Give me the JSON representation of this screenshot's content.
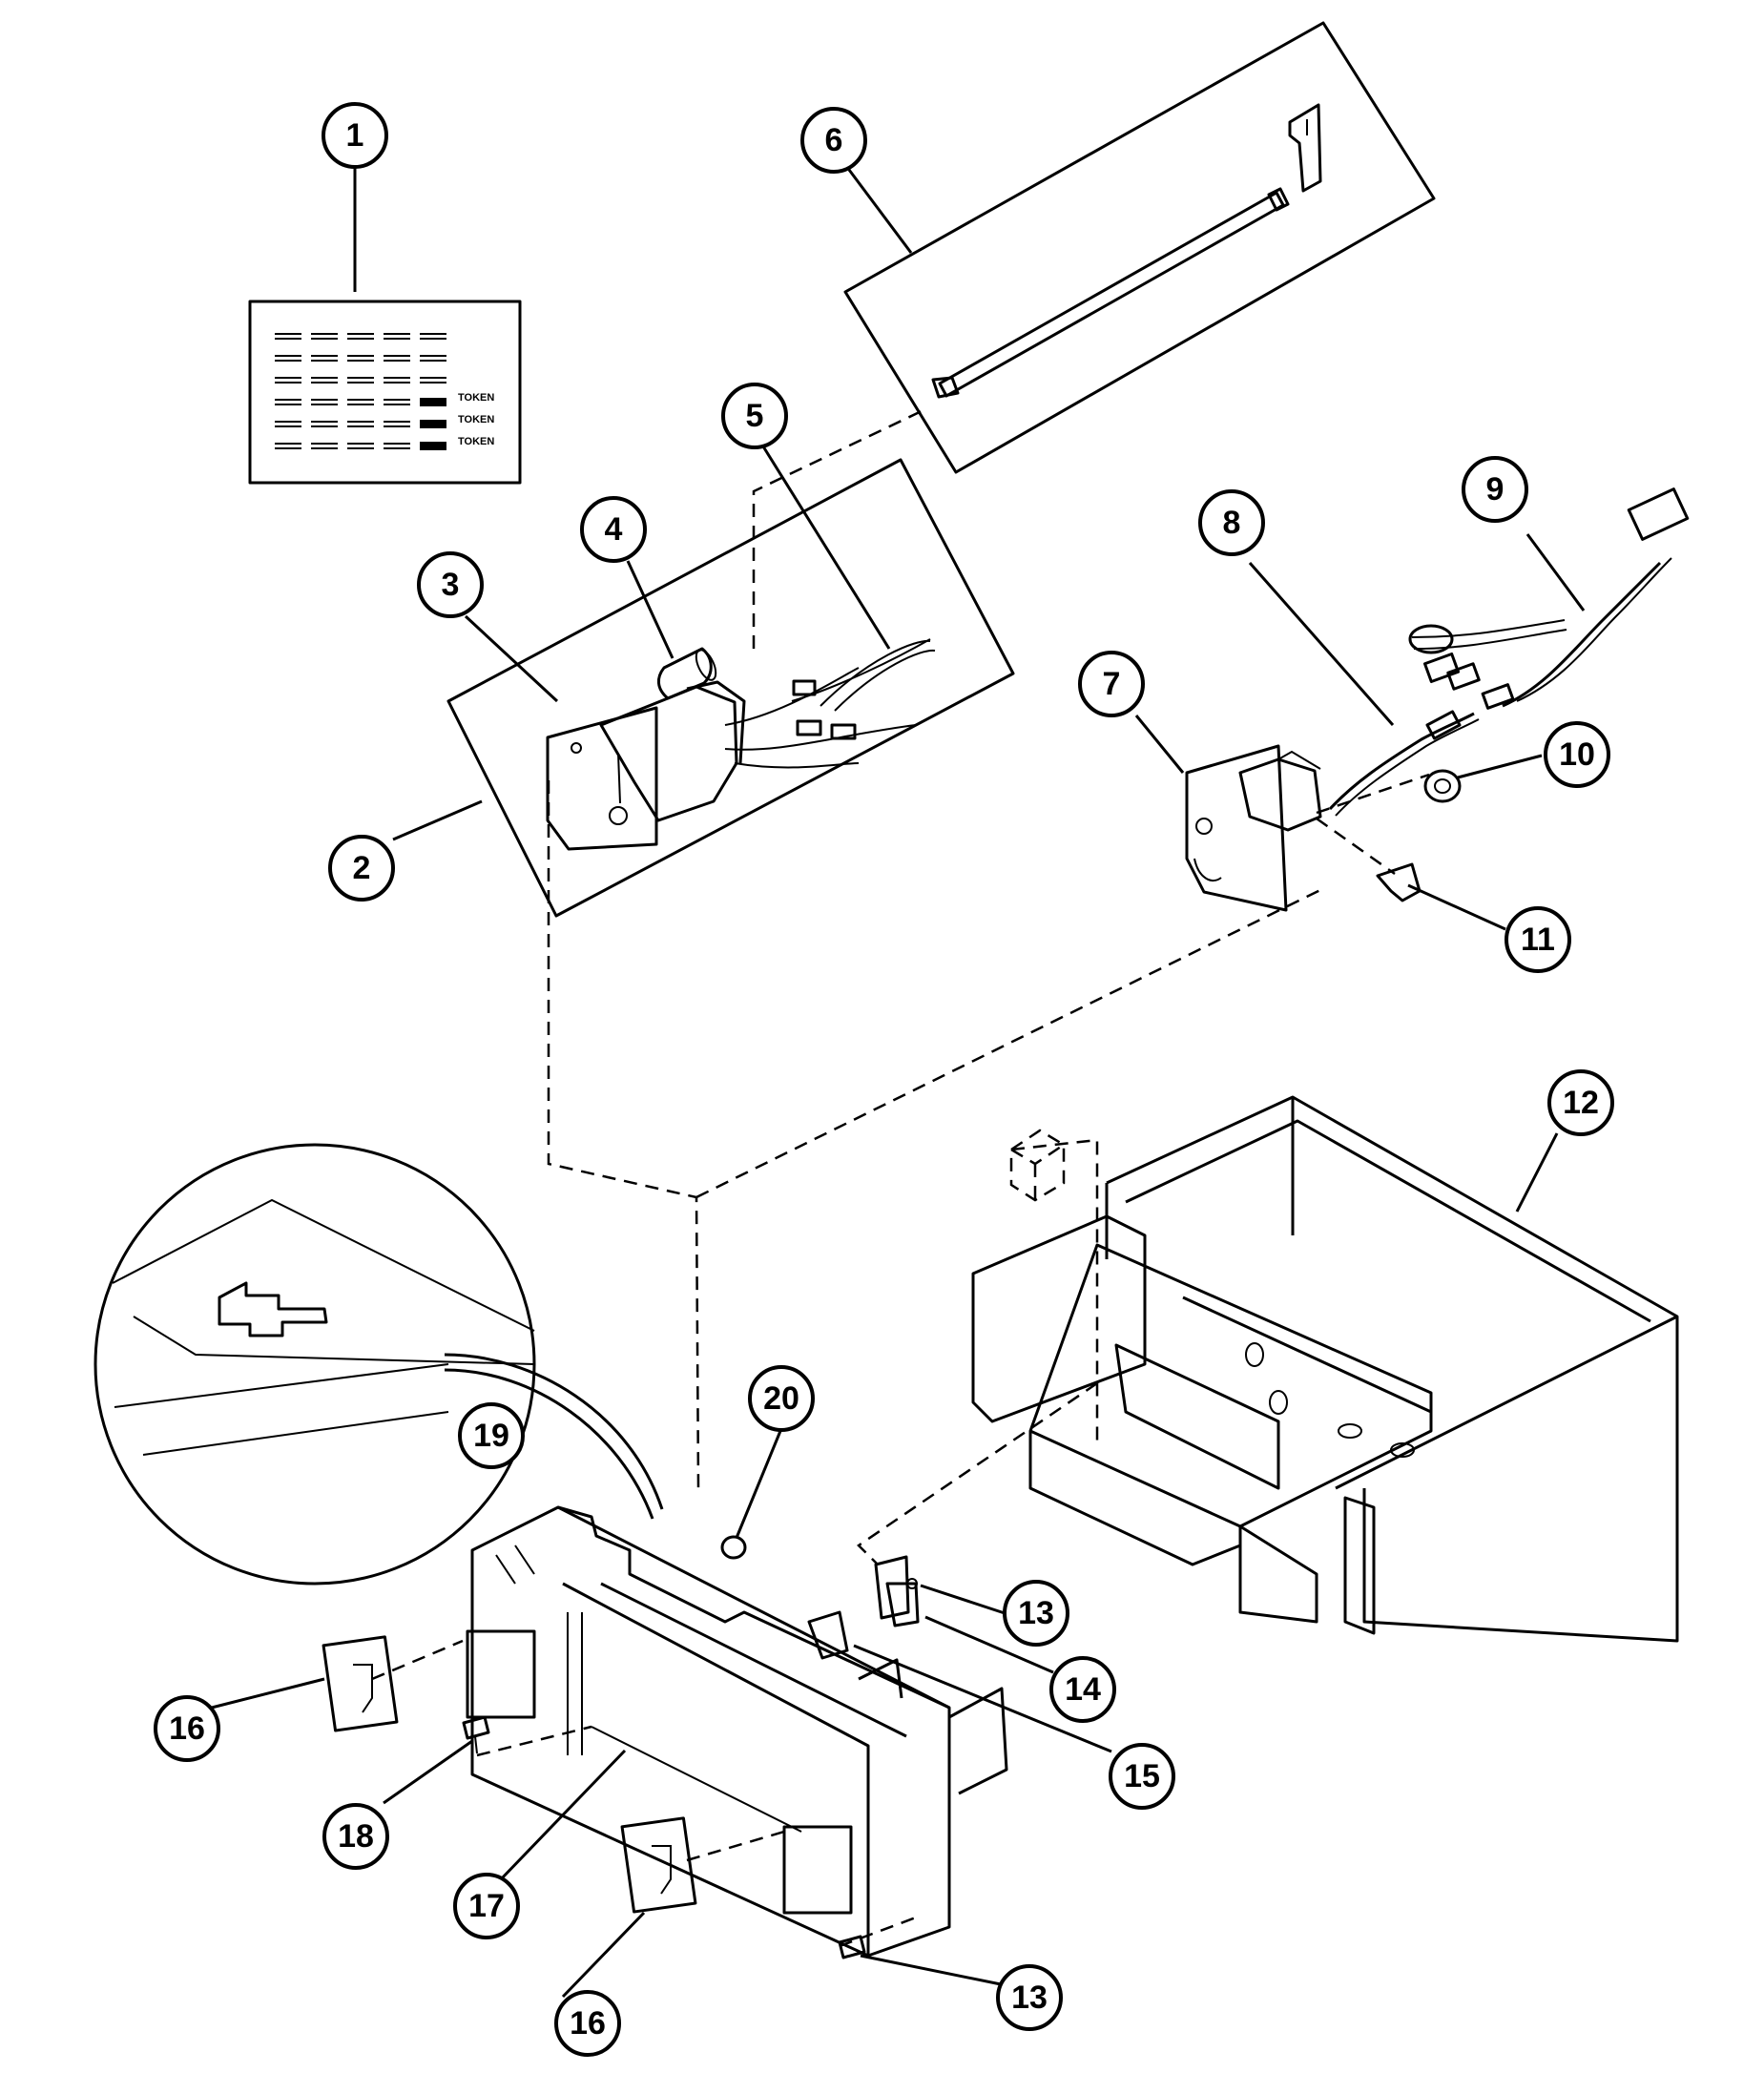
{
  "callouts": [
    {
      "id": "1",
      "label": "1"
    },
    {
      "id": "2",
      "label": "2"
    },
    {
      "id": "3",
      "label": "3"
    },
    {
      "id": "4",
      "label": "4"
    },
    {
      "id": "5",
      "label": "5"
    },
    {
      "id": "6",
      "label": "6"
    },
    {
      "id": "7",
      "label": "7"
    },
    {
      "id": "8",
      "label": "8"
    },
    {
      "id": "9",
      "label": "9"
    },
    {
      "id": "10",
      "label": "10"
    },
    {
      "id": "11",
      "label": "11"
    },
    {
      "id": "12",
      "label": "12"
    },
    {
      "id": "13a",
      "label": "13"
    },
    {
      "id": "13b",
      "label": "13"
    },
    {
      "id": "14",
      "label": "14"
    },
    {
      "id": "15",
      "label": "15"
    },
    {
      "id": "16a",
      "label": "16"
    },
    {
      "id": "16b",
      "label": "16"
    },
    {
      "id": "17",
      "label": "17"
    },
    {
      "id": "18",
      "label": "18"
    },
    {
      "id": "19",
      "label": "19"
    },
    {
      "id": "20",
      "label": "20"
    }
  ],
  "price_label": {
    "token_rows": [
      "TOKEN",
      "TOKEN",
      "TOKEN"
    ]
  }
}
